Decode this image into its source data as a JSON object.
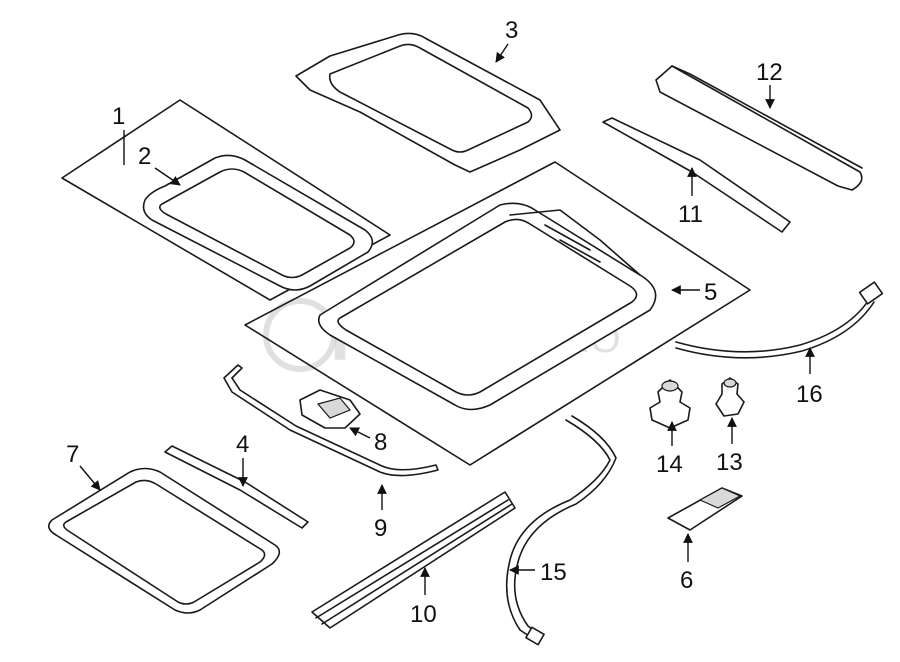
{
  "watermark": {
    "main": "FCP",
    "suffix": "EURO"
  },
  "callouts": [
    {
      "id": "1",
      "label": "1"
    },
    {
      "id": "2",
      "label": "2"
    },
    {
      "id": "3",
      "label": "3"
    },
    {
      "id": "4",
      "label": "4"
    },
    {
      "id": "5",
      "label": "5"
    },
    {
      "id": "6",
      "label": "6"
    },
    {
      "id": "7",
      "label": "7"
    },
    {
      "id": "8",
      "label": "8"
    },
    {
      "id": "9",
      "label": "9"
    },
    {
      "id": "10",
      "label": "10"
    },
    {
      "id": "11",
      "label": "11"
    },
    {
      "id": "12",
      "label": "12"
    },
    {
      "id": "13",
      "label": "13"
    },
    {
      "id": "14",
      "label": "14"
    },
    {
      "id": "15",
      "label": "15"
    },
    {
      "id": "16",
      "label": "16"
    }
  ]
}
